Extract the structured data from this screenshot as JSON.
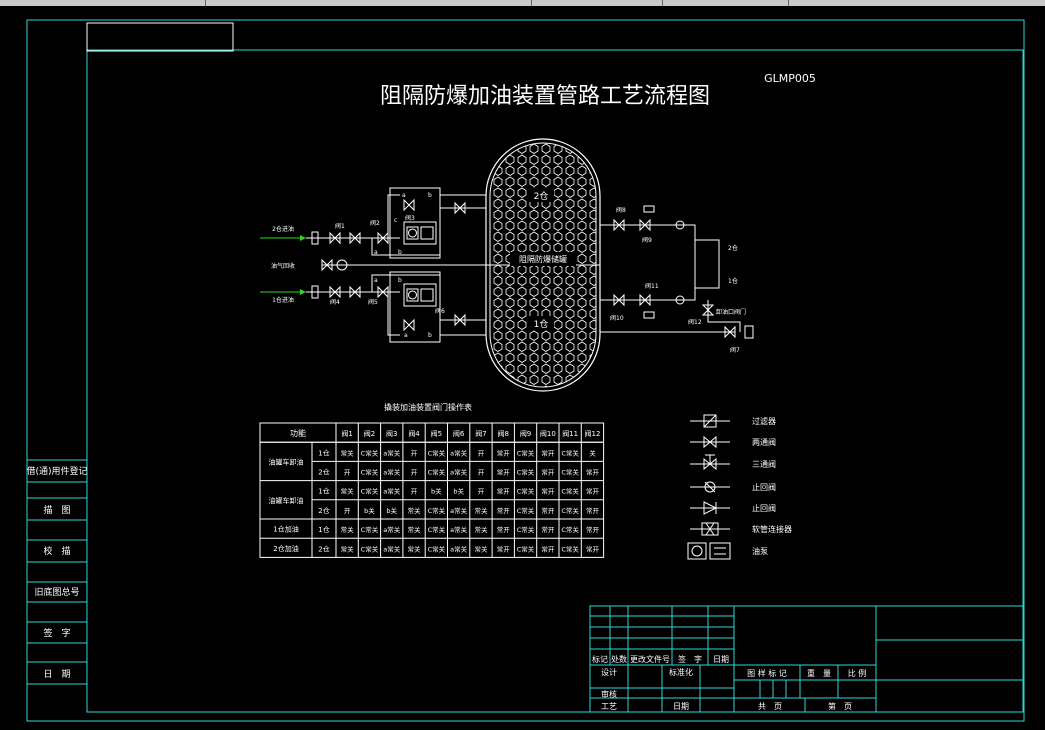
{
  "drawing": {
    "title": "阻隔防爆加油装置管路工艺流程图",
    "code": "GLMP005",
    "tank_label": "阻隔防爆储罐",
    "compartment_top": "2仓",
    "compartment_bottom": "1仓",
    "inlets": {
      "inlet2": "2仓进油",
      "return": "油气回收",
      "inlet1": "1仓进油"
    },
    "valves": {
      "m1": "阀1",
      "m2": "阀2",
      "m3": "阀3",
      "m4": "阀4",
      "m5": "阀5",
      "m6": "阀6",
      "m7": "阀7",
      "m8": "阀8",
      "m9": "阀9",
      "m10": "阀10",
      "m11": "阀11",
      "m12": "阀12"
    },
    "ports": {
      "a": "a",
      "b": "b",
      "c": "c"
    },
    "dispenser": {
      "top": "2仓",
      "bottom": "1仓"
    },
    "ground_label": "卸油口阀门",
    "table": {
      "title": "撬装加油装置阀门操作表",
      "header": [
        "功能",
        "阀1",
        "阀2",
        "阀3",
        "阀4",
        "阀5",
        "阀6",
        "阀7",
        "阀8",
        "阀9",
        "阀10",
        "阀11",
        "阀12"
      ],
      "groups": [
        {
          "label": "油罐车卸油",
          "rows": [
            {
              "sub": "1仓",
              "cells": [
                "常关",
                "C常关",
                "a常关",
                "开",
                "C常关",
                "a常关",
                "开",
                "常开",
                "C常关",
                "常开",
                "C常关",
                "关"
              ]
            },
            {
              "sub": "2仓",
              "cells": [
                "开",
                "C常关",
                "a常关",
                "开",
                "C常关",
                "a常关",
                "开",
                "常开",
                "C常关",
                "常开",
                "C常关",
                "常开"
              ]
            }
          ]
        },
        {
          "label": "油罐车卸油",
          "rows": [
            {
              "sub": "1仓",
              "cells": [
                "常关",
                "C常关",
                "a常关",
                "开",
                "b关",
                "b关",
                "开",
                "常开",
                "C常关",
                "常开",
                "C常关",
                "常开"
              ]
            },
            {
              "sub": "2仓",
              "cells": [
                "开",
                "b关",
                "b关",
                "常关",
                "C常关",
                "a常关",
                "常关",
                "常开",
                "C常关",
                "常开",
                "C常关",
                "常开"
              ]
            }
          ]
        },
        {
          "label": "1仓加油",
          "rows": [
            {
              "sub": "1仓",
              "cells": [
                "常关",
                "C常关",
                "a常关",
                "常关",
                "C常关",
                "a常关",
                "常关",
                "常开",
                "C常关",
                "常开",
                "C常关",
                "常开"
              ]
            }
          ]
        },
        {
          "label": "2仓加油",
          "rows": [
            {
              "sub": "2仓",
              "cells": [
                "常关",
                "C常关",
                "a常关",
                "常关",
                "C常关",
                "a常关",
                "常关",
                "常开",
                "C常关",
                "常开",
                "C常关",
                "常开"
              ]
            }
          ]
        }
      ]
    },
    "legend": [
      "过滤器",
      "两通阀",
      "三通阀",
      "止回阀",
      "止回阀",
      "软管连接器",
      "油泵"
    ],
    "side_labels": [
      "借(通)用件登记",
      "描　图",
      "校　描",
      "旧底图总号",
      "签　字",
      "日　期"
    ],
    "title_block": {
      "row_labels": [
        "标记",
        "处数",
        "更改文件号",
        "签　字",
        "日期"
      ],
      "design": "设计",
      "standard": "标准化",
      "review": "审核",
      "process": "工艺",
      "date": "日期",
      "stage": "图 样 标 记",
      "weight": "重　量",
      "scale": "比 例",
      "total": "共　页",
      "page": "第　页"
    }
  }
}
